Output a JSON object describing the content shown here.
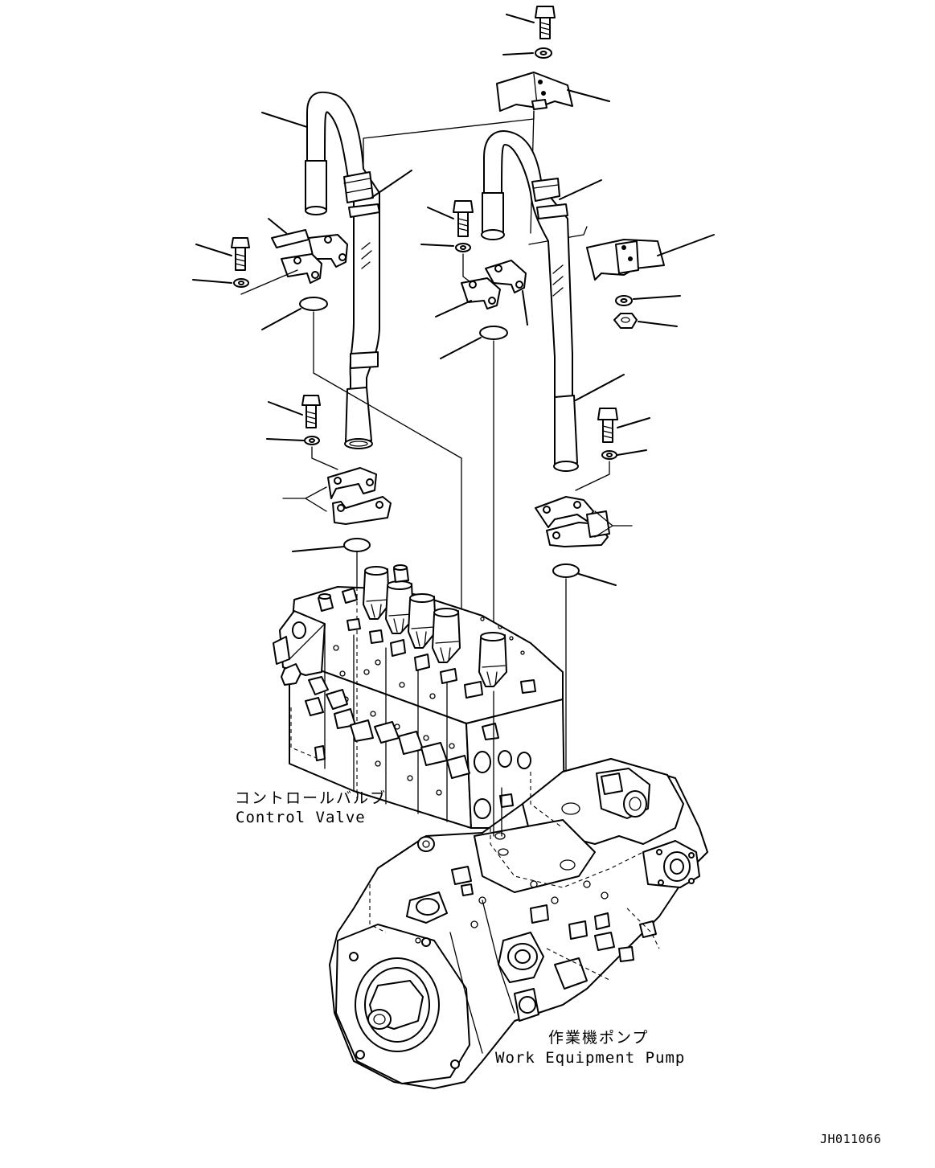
{
  "labels": {
    "control_valve_jp": "コントロールバルブ",
    "control_valve_en": "Control Valve",
    "pump_jp": "作業機ポンプ",
    "pump_en": "Work Equipment Pump",
    "drawing_number": "JH011066"
  },
  "colors": {
    "line": "#000000",
    "background": "#ffffff"
  }
}
